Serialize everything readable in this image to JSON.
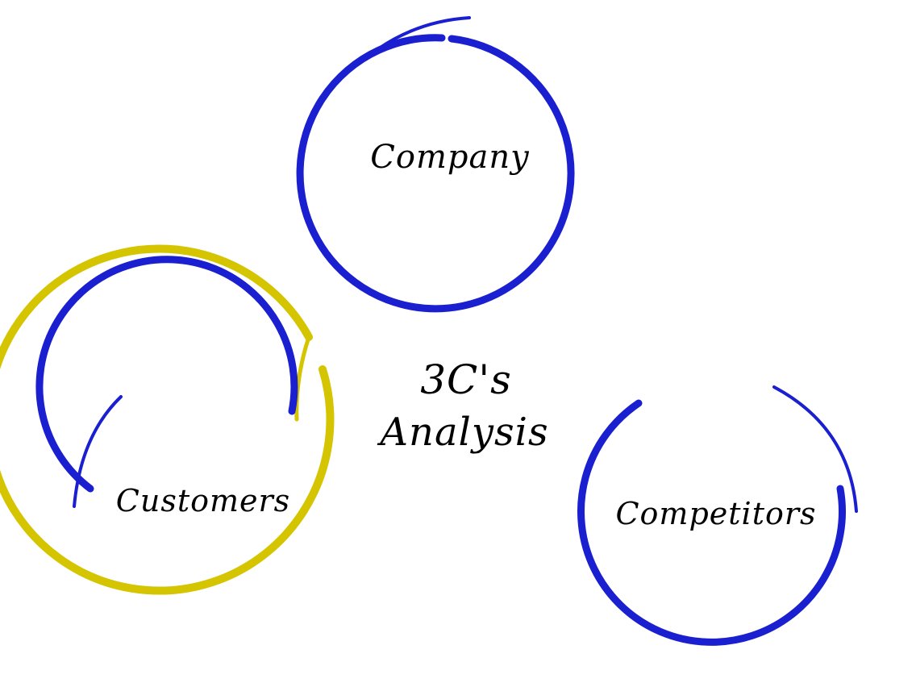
{
  "colors": {
    "outer_ring": "#1a1fd0",
    "center_ring": "#d4c500",
    "text": "#000000",
    "background": "#ffffff"
  },
  "center": {
    "line1": "3C's",
    "line2": "Analysis"
  },
  "nodes": {
    "company": "Company",
    "customers": "Customers",
    "competitors": "Competitors"
  }
}
